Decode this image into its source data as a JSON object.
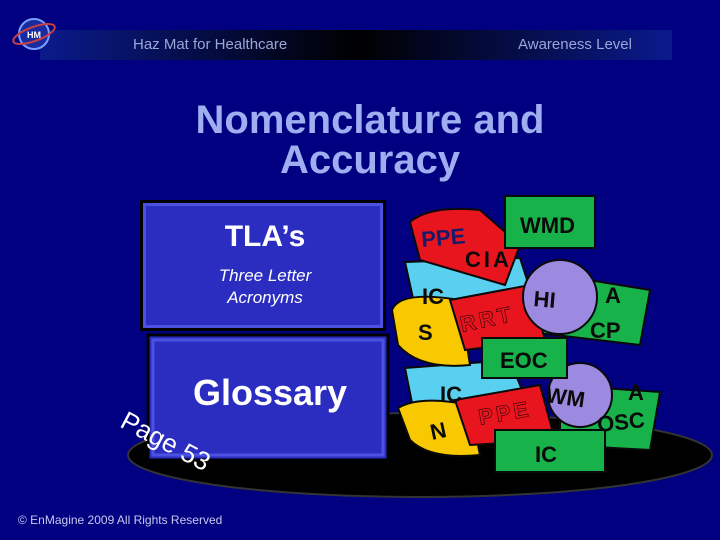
{
  "header": {
    "left": "Haz Mat for Healthcare",
    "right": "Awareness Level"
  },
  "slide": {
    "title_line1": "Nomenclature and",
    "title_line2": "Accuracy",
    "tla_title": "TLA’s",
    "tla_sub_line1": "Three Letter",
    "tla_sub_line2": "Acronyms",
    "glossary": "Glossary",
    "page_ref": "Page 53"
  },
  "acronyms": {
    "ppe_top": "PPE",
    "wmd_top": "WMD",
    "cia": "CIA",
    "ic_left": "IC",
    "hi": "HI",
    "a1": "A",
    "rrt": "RRT",
    "s": "S",
    "cp": "CP",
    "eoc": "EOC",
    "ic_mid": "IC",
    "wm": "WM",
    "a2": "A",
    "ppe_bot": "PPE",
    "n": "N",
    "osc": "OSC",
    "ic_bot": "IC"
  },
  "footer": {
    "copyright": "© EnMagine 2009 All Rights Reserved"
  },
  "colors": {
    "background": "#000080",
    "title": "#9eaef0",
    "card": "#2a2dbf",
    "red": "#e8141e",
    "green": "#18b24a",
    "yellow": "#f8c800",
    "cyan": "#5ad0f0",
    "purple": "#9b8ae0"
  }
}
